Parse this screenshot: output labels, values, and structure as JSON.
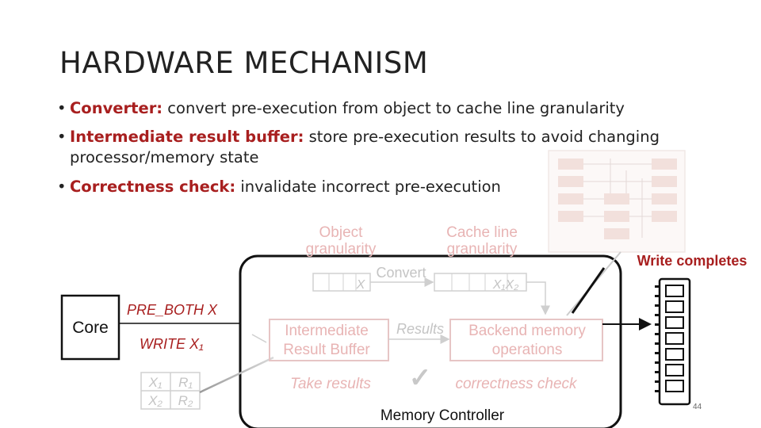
{
  "title": "HARDWARE MECHANISM",
  "bullets": [
    {
      "bullet": "•",
      "key": "Converter:",
      "text": " convert pre-execution from object to cache line granularity"
    },
    {
      "bullet": "•",
      "key": "Intermediate result buffer:",
      "text": " store pre-execution results to avoid changing",
      "text2": "processor/memory state"
    },
    {
      "bullet": "•",
      "key": "Correctness check:",
      "text": " invalidate incorrect pre-execution"
    }
  ],
  "diagram": {
    "core_label": "Core",
    "pre_both": "PRE_BOTH X",
    "write": "WRITE X₁",
    "regs": [
      [
        "X₁",
        "R₁"
      ],
      [
        "X₂",
        "R₂"
      ]
    ],
    "object_granularity": [
      "Object",
      "granularity"
    ],
    "cache_line_granularity": [
      "Cache line",
      "granularity"
    ],
    "convert": "Convert",
    "x_label": "X",
    "x1x2_label": "X₁X₂",
    "intermediate_buffer": [
      "Intermediate",
      "Result Buffer"
    ],
    "results": "Results",
    "backend": [
      "Backend memory",
      "operations"
    ],
    "take_results": "Take results",
    "check_mark": "✓",
    "correctness_check": "correctness check",
    "memory_controller": "Memory Controller",
    "write_completes": "Write completes"
  },
  "page_number": "44",
  "colors": {
    "accent": "#a81f1f",
    "faded_accent": "#e8b4b4",
    "text": "#222222"
  }
}
